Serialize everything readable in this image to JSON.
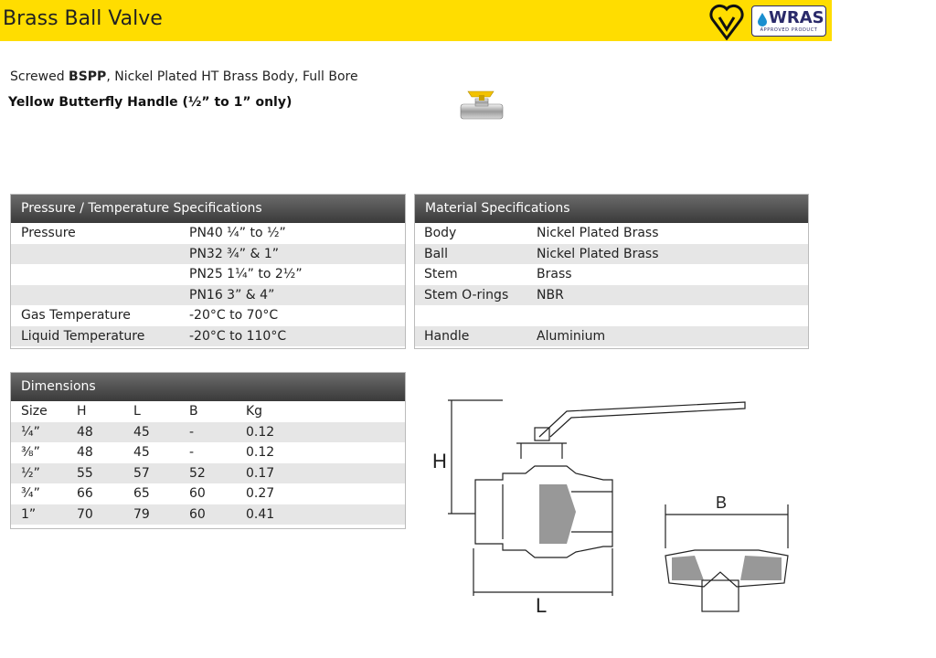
{
  "header": {
    "title": "Brass Ball Valve",
    "badge_wras": "WRAS",
    "badge_wras_sub": "APPROVED PRODUCT"
  },
  "intro": {
    "line1_prefix": "Screwed ",
    "line1_bold": "BSPP",
    "line1_suffix": ", Nickel Plated HT Brass Body, Full Bore",
    "line2": "Yellow Butterfly Handle (½” to 1” only)"
  },
  "pressure_temp": {
    "title": "Pressure / Temperature Specifications",
    "rows": [
      {
        "label": "Pressure",
        "value": "PN40 ¼” to ½”"
      },
      {
        "label": "",
        "value": "PN32 ¾” & 1”"
      },
      {
        "label": "",
        "value": "PN25 1¼” to 2½”"
      },
      {
        "label": "",
        "value": "PN16 3” & 4”"
      },
      {
        "label": "Gas Temperature",
        "value": "-20°C to 70°C"
      },
      {
        "label": "Liquid Temperature",
        "value": "-20°C to 110°C"
      }
    ]
  },
  "material": {
    "title": "Material Specifications",
    "rows": [
      {
        "label": "Body",
        "value": "Nickel Plated Brass"
      },
      {
        "label": "Ball",
        "value": "Nickel Plated Brass"
      },
      {
        "label": "Stem",
        "value": "Brass"
      },
      {
        "label": "Stem O-rings",
        "value": "NBR"
      },
      {
        "label": "",
        "value": ""
      },
      {
        "label": "Handle",
        "value": "Aluminium"
      }
    ]
  },
  "dimensions": {
    "title": "Dimensions",
    "columns": [
      "Size",
      "H",
      "L",
      "B",
      "Kg"
    ],
    "rows": [
      [
        "¼”",
        "48",
        "45",
        "-",
        "0.12"
      ],
      [
        "⅜”",
        "48",
        "45",
        "-",
        "0.12"
      ],
      [
        "½”",
        "55",
        "57",
        "52",
        "0.17"
      ],
      [
        "¾”",
        "66",
        "65",
        "60",
        "0.27"
      ],
      [
        "1”",
        "70",
        "79",
        "60",
        "0.41"
      ]
    ]
  },
  "drawing": {
    "label_h": "H",
    "label_l": "L",
    "label_b": "B"
  },
  "colors": {
    "header_bg": "#ffdd00",
    "panel_header": "#4a4a4a",
    "row_alt": "#e6e6e6",
    "handle_yellow": "#f2c200"
  }
}
